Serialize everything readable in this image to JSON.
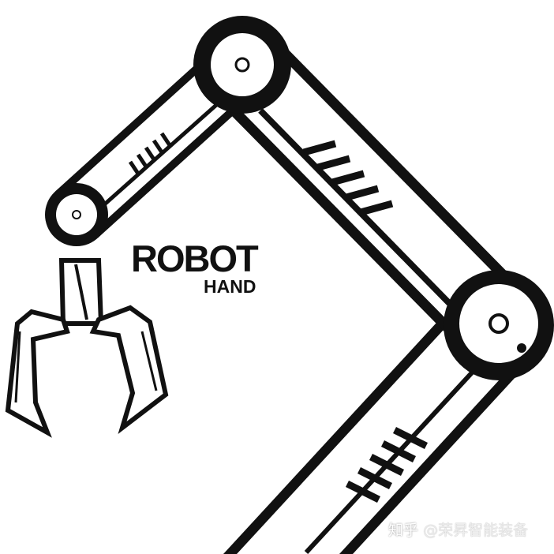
{
  "title": {
    "line1": "ROBOT",
    "line2": "HAND"
  },
  "watermark": {
    "site": "知乎",
    "handle": "@荣昇智能装备"
  },
  "colors": {
    "ink": "#111111",
    "paper": "#ffffff"
  }
}
